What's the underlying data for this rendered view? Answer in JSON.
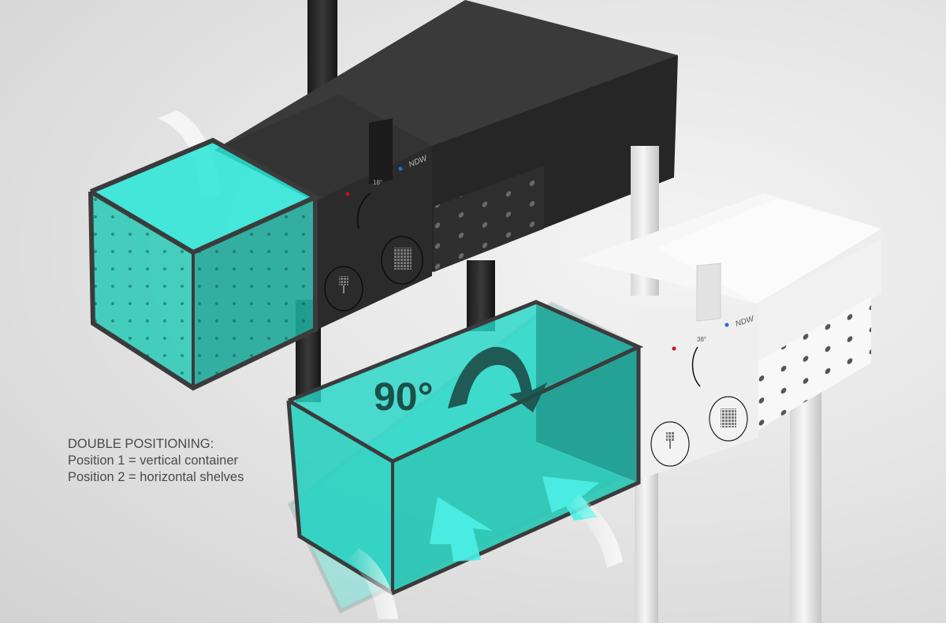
{
  "caption": {
    "heading": "DOUBLE POSITIONING:",
    "line1": "Position 1 = vertical container",
    "line2": "Position 2 = horizontal shelves"
  },
  "rotation_label": "90°",
  "black_unit": {
    "brand": "NDW",
    "temperature": "18°",
    "hot_indicator_color": "#c0141a",
    "cold_indicator_color": "#1a6fe0"
  },
  "white_unit": {
    "brand": "NDW",
    "temperature": "38°",
    "hot_indicator_color": "#c0141a",
    "cold_indicator_color": "#1a6fe0"
  },
  "colors": {
    "container_teal": "#1fd4c4",
    "container_edge": "#3a3a3a",
    "black_body": "#2b2b2b",
    "white_body": "#f3f3f3",
    "arrow_dark": "#1d4f4a",
    "arrow_light": "#4df0e6"
  }
}
